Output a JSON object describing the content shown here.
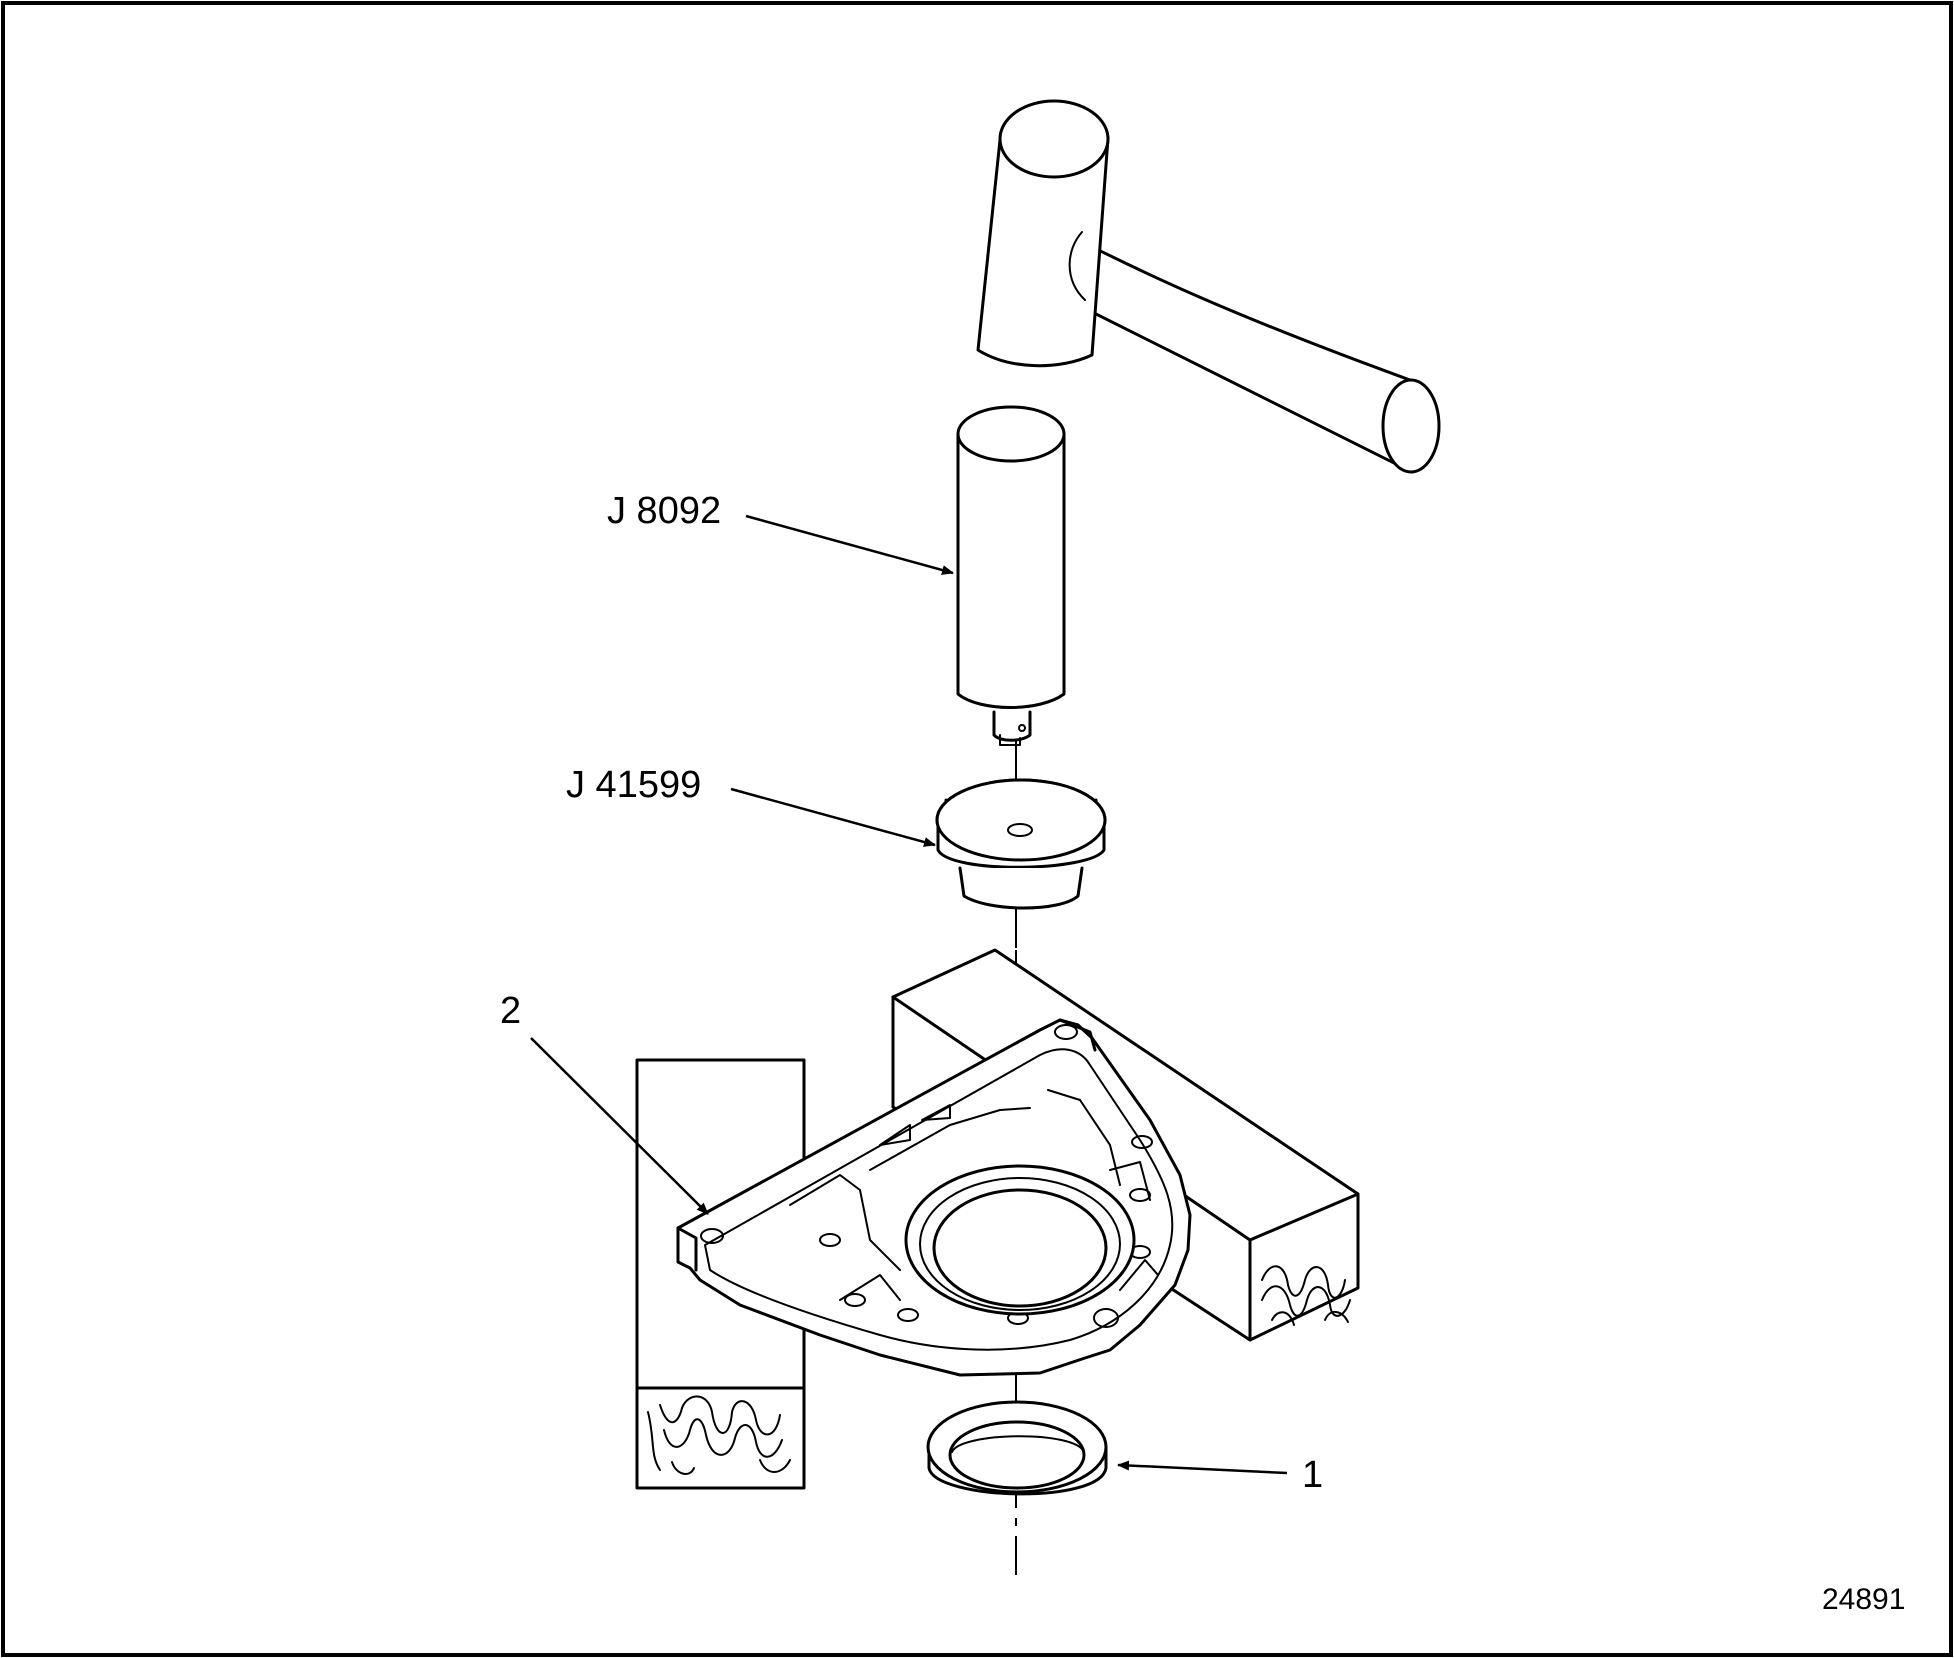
{
  "callouts": {
    "tool_driver": "J 8092",
    "tool_installer": "J 41599",
    "item_seal": "1",
    "item_cover": "2"
  },
  "figure_number": "24891",
  "colors": {
    "line": "#000000",
    "background": "#ffffff"
  }
}
